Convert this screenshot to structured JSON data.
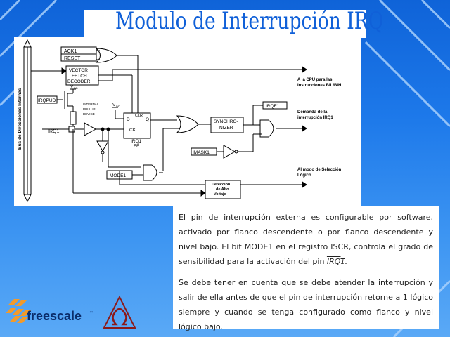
{
  "slide": {
    "title": "Modulo de Interrupción IRQ",
    "paragraph1_a": "El pin de interrupción externa es configurable por software, activado por flanco descendente o por flanco descendente y nivel bajo. El bit MODE1 en el registro ISCR, controla el grado de sensibilidad para la activación del pin ",
    "paragraph1_pin": "IRQ",
    "paragraph1_pin_sub": "1",
    "paragraph1_end": ".",
    "paragraph2": "Se debe tener en cuenta que se debe atender la interrupción y salir de ella antes de que el pin de interrupción retorne a 1 lógico siempre y cuando se tenga configurado como flanco y nivel lógico bajo."
  },
  "diagram": {
    "bus_label": "Bus de Direcciones Internas",
    "ack1": "ACK1",
    "reset": "RESET",
    "vector_fetch": [
      "VECTOR",
      "FETCH",
      "DECODER"
    ],
    "irqpud": "IRQPUD",
    "vdd": "V",
    "vdd_sub": "DD",
    "internal_pullup": [
      "INTERNAL",
      "PULLUP",
      "DEVICE"
    ],
    "irq1_pin": "IRQ1",
    "ff_d": "D",
    "ff_clr": "CLR",
    "ff_q": "Q",
    "ff_ck": "CK",
    "ff_name": [
      "IRQ1",
      "FF"
    ],
    "synchronizer": [
      "SYNCHRO-",
      "NIZER"
    ],
    "irqf1": "IRQF1",
    "imask1": "IMASK1",
    "mode1": "MODE1",
    "deteccion": [
      "Detección",
      "de Alto",
      "Voltaje"
    ],
    "note_cpu": [
      "A la CPU para las",
      "Instrucciones BIL/BIH"
    ],
    "note_demand": [
      "Demanda de la",
      "interrupción IRQ1"
    ],
    "note_mode": [
      "Al modo de Selección",
      "Lógico"
    ]
  },
  "logo": {
    "brand": "freescale",
    "brand_mark": "™"
  }
}
